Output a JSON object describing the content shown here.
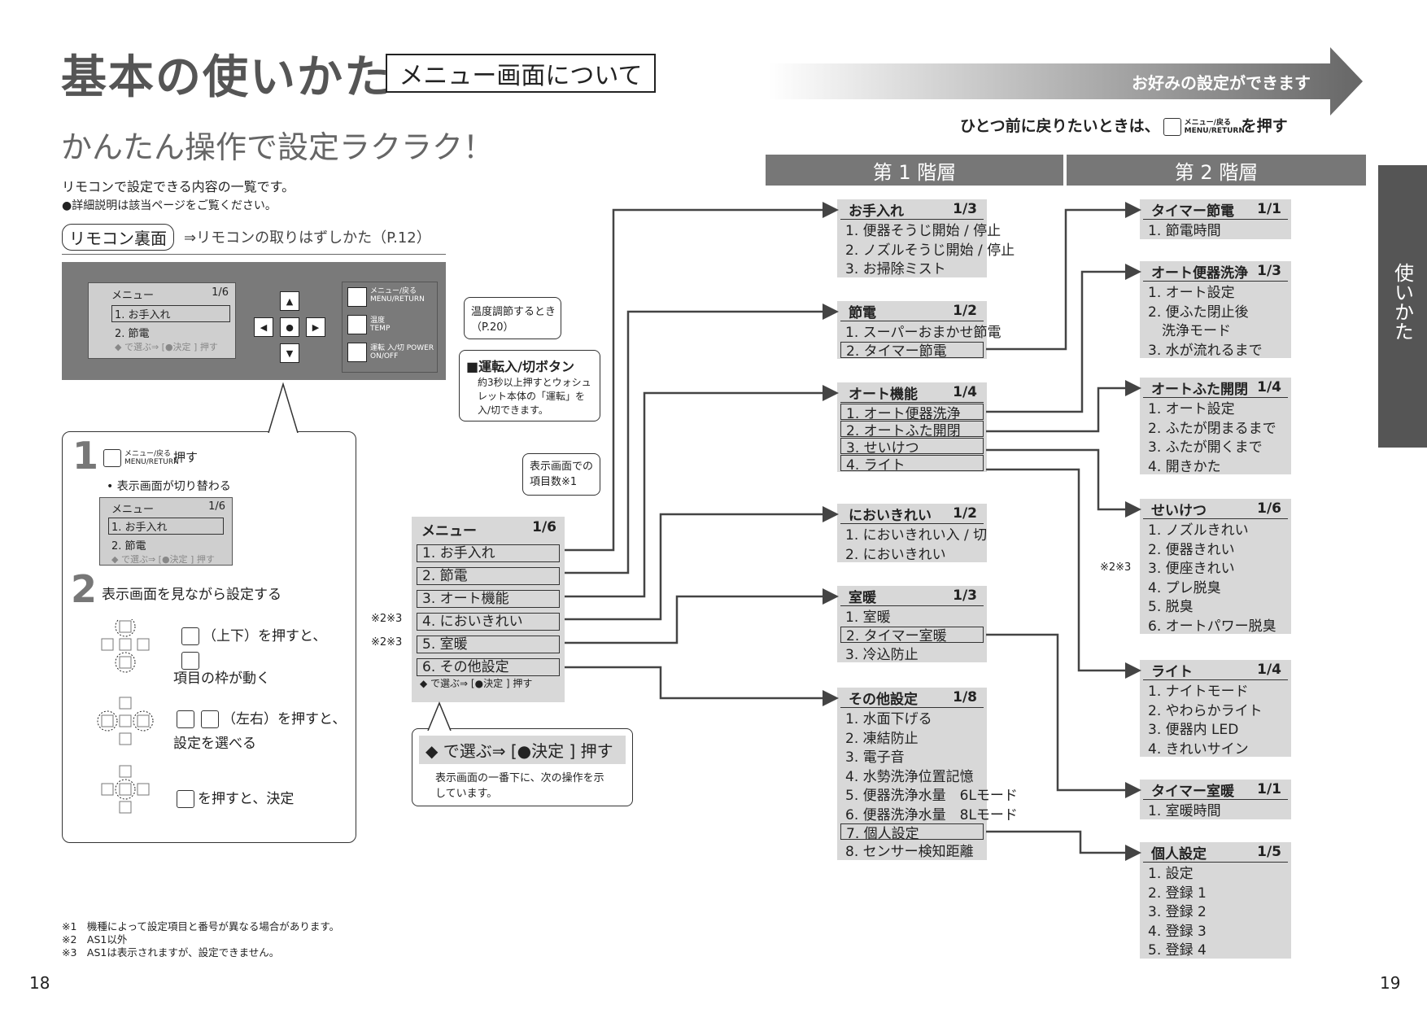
{
  "header": {
    "title": "基本の使いかた",
    "boxed_title": "メニュー画面について",
    "banner": "お好みの設定ができます",
    "subtitle": "かんたん操作で設定ラクラク！"
  },
  "return_note": {
    "pre": "ひとつ前に戻りたいときは、",
    "btn": "メニュー/戻る MENU/RETURN",
    "post": "を押す"
  },
  "intro": {
    "line1": "リモコンで設定できる内容の一覧です。",
    "line2": "●詳細説明は該当ページをご覧ください。"
  },
  "remote": {
    "label": "リモコン裏面",
    "ref": "⇒リモコンの取りはずしかた（P.12）",
    "lcd_title": "メニュー",
    "lcd_count": "1/6",
    "lcd_item1": "1. お手入れ",
    "lcd_item2": "2. 節電",
    "lcd_hint": "◆ で選ぶ⇒ [●決定 ] 押す",
    "btn_menu": "メニュー/戻る MENU/RETURN",
    "btn_temp": "温度 TEMP",
    "btn_power": "運転 入/切 POWER ON/OFF"
  },
  "callout_temp": "温度調節するとき（P.20）",
  "callout_power": {
    "title": "■運転入/切ボタン",
    "body": "約3秒以上押すとウォシュレット本体の「運転」を入/切できます。"
  },
  "steps": {
    "s1_num": "1",
    "s1_btn": "メニュー/戻る MENU/RETURN",
    "s1_text": "押す",
    "s1_sub": "• 表示画面が切り替わる",
    "s2_num": "2",
    "s2_text": "表示画面を見ながら設定する",
    "ud": "（上下）を押すと、",
    "ud2": "項目の枠が動く",
    "lr": "（左右）を押すと、",
    "lr2": "設定を選べる",
    "ok": "を押すと、決定"
  },
  "count_callout": "表示画面での項目数※1",
  "main_menu": {
    "title": "メニュー",
    "count": "1/6",
    "items": [
      "1. お手入れ",
      "2. 節電",
      "3. オート機能",
      "4. においきれい",
      "5. 室暖",
      "6. その他設定"
    ],
    "hint": "◆ で選ぶ⇒ [●決定 ] 押す",
    "note4": "※2※3",
    "note5": "※2※3"
  },
  "hint_box": {
    "title": "◆ で選ぶ⇒ [●決定 ] 押す",
    "body": "表示画面の一番下に、次の操作を示しています。"
  },
  "levels": {
    "l1": "第 1 階層",
    "l2": "第 2 階層"
  },
  "level1": [
    {
      "title": "お手入れ",
      "count": "1/3",
      "items": [
        "1. 便器そうじ開始 / 停止",
        "2. ノズルそうじ開始 / 停止",
        "3. お掃除ミスト"
      ]
    },
    {
      "title": "節電",
      "count": "1/2",
      "items": [
        "1. スーパーおまかせ節電",
        "2. タイマー節電"
      ]
    },
    {
      "title": "オート機能",
      "count": "1/4",
      "items": [
        "1. オート便器洗浄",
        "2. オートふた開閉",
        "3. せいけつ",
        "4. ライト"
      ]
    },
    {
      "title": "においきれい",
      "count": "1/2",
      "items": [
        "1. においきれい入 / 切",
        "2. においきれい"
      ]
    },
    {
      "title": "室暖",
      "count": "1/3",
      "items": [
        "1. 室暖",
        "2. タイマー室暖",
        "3. 冷込防止"
      ]
    },
    {
      "title": "その他設定",
      "count": "1/8",
      "items": [
        "1. 水面下げる",
        "2. 凍結防止",
        "3. 電子音",
        "4. 水勢洗浄位置記憶",
        "5. 便器洗浄水量　6Lモード",
        "6. 便器洗浄水量　8Lモード",
        "7. 個人設定",
        "8. センサー検知距離"
      ]
    }
  ],
  "level2": [
    {
      "title": "タイマー節電",
      "count": "1/1",
      "items": [
        "1. 節電時間"
      ]
    },
    {
      "title": "オート便器洗浄",
      "count": "1/3",
      "items": [
        "1. オート設定",
        "2. 便ふた閉止後",
        "　洗浄モード",
        "3. 水が流れるまで"
      ]
    },
    {
      "title": "オートふた開閉",
      "count": "1/4",
      "items": [
        "1. オート設定",
        "2. ふたが閉まるまで",
        "3. ふたが開くまで",
        "4. 開きかた"
      ]
    },
    {
      "title": "せいけつ",
      "count": "1/6",
      "items": [
        "1. ノズルきれい",
        "2. 便器きれい",
        "3. 便座きれい",
        "4. プレ脱臭",
        "5. 脱臭",
        "6. オートパワー脱臭"
      ]
    },
    {
      "title": "ライト",
      "count": "1/4",
      "items": [
        "1. ナイトモード",
        "2. やわらかライト",
        "3. 便器内 LED",
        "4. きれいサイン"
      ]
    },
    {
      "title": "タイマー室暖",
      "count": "1/1",
      "items": [
        "1. 室暖時間"
      ]
    },
    {
      "title": "個人設定",
      "count": "1/5",
      "items": [
        "1. 設定",
        "2. 登録 1",
        "3. 登録 2",
        "4. 登録 3",
        "5. 登録 4"
      ]
    }
  ],
  "seiketsu_note": "※2※3",
  "side_tab": "使いかた",
  "footnotes": [
    "※1　機種によって設定項目と番号が異なる場合があります。",
    "※2　AS1以外",
    "※3　AS1は表示されますが、設定できません。"
  ],
  "page_left": "18",
  "page_right": "19"
}
